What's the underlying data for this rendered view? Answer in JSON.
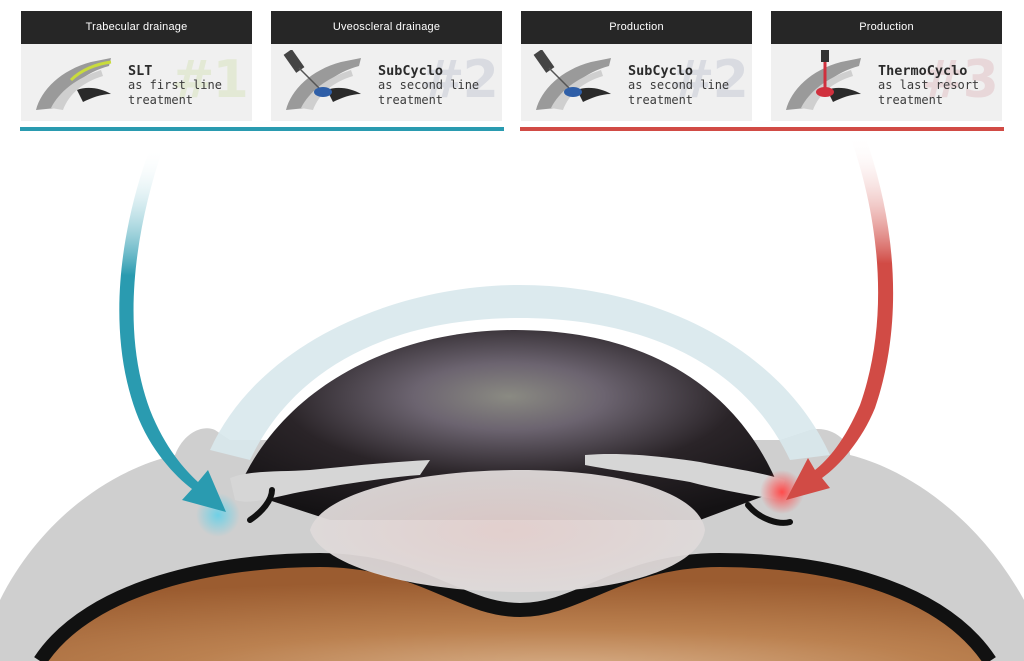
{
  "cards": [
    {
      "header": "Trabecular drainage",
      "title": "SLT",
      "subtitle": "as first line\ntreatment",
      "number": "#1",
      "number_color": "#d9e4c0",
      "accent": "#c9dc3c",
      "icon": "laser-beam-icon"
    },
    {
      "header": "Uveoscleral drainage",
      "title": "SubCyclo",
      "subtitle": "as second line\ntreatment",
      "number": "#2",
      "number_color": "#c7cbd6",
      "accent": "#2f5fa8",
      "icon": "subcyclo-probe-icon"
    },
    {
      "header": "Production",
      "title": "SubCyclo",
      "subtitle": "as second line\ntreatment",
      "number": "#2",
      "number_color": "#c7cbd6",
      "accent": "#2f5fa8",
      "icon": "subcyclo-probe-icon"
    },
    {
      "header": "Production",
      "title": "ThermoCyclo",
      "subtitle": "as last resort\ntreatment",
      "number": "#3",
      "number_color": "#e2c4c8",
      "accent": "#d0303d",
      "icon": "thermocyclo-probe-icon"
    }
  ],
  "colors": {
    "drainage": "#2a9bb0",
    "production": "#d14b45",
    "iris": "#b3733f",
    "cornea_glow": "#d8e8ec",
    "sclera": "#d2d2d2"
  }
}
